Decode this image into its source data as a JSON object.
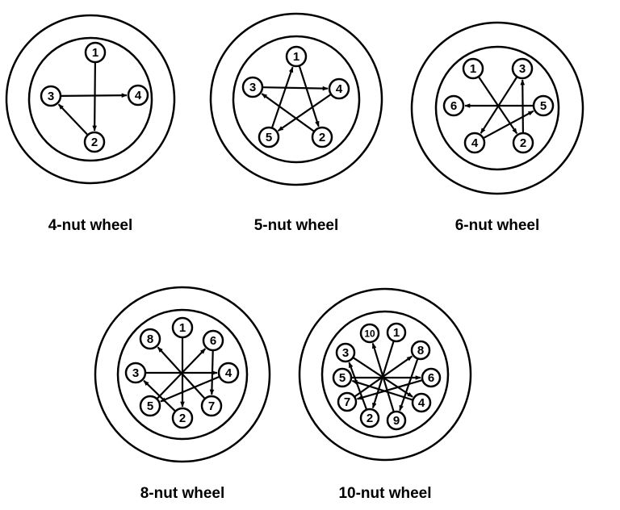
{
  "wheels": [
    {
      "caption": "4-nut wheel",
      "nuts": [
        "1",
        "2",
        "3",
        "4"
      ],
      "sequence": [
        "1",
        "2",
        "3",
        "4"
      ]
    },
    {
      "caption": "5-nut wheel",
      "nuts": [
        "1",
        "2",
        "3",
        "4",
        "5"
      ],
      "sequence": [
        "1",
        "2",
        "3",
        "4",
        "5",
        "1"
      ]
    },
    {
      "caption": "6-nut wheel",
      "nuts": [
        "1",
        "2",
        "3",
        "4",
        "5",
        "6"
      ],
      "sequence": [
        "1",
        "2",
        "3",
        "4",
        "5",
        "6"
      ]
    },
    {
      "caption": "8-nut wheel",
      "nuts": [
        "1",
        "2",
        "3",
        "4",
        "5",
        "6",
        "7",
        "8"
      ],
      "sequence": [
        "1",
        "2",
        "3",
        "4",
        "5",
        "6",
        "7",
        "8"
      ]
    },
    {
      "caption": "10-nut wheel",
      "nuts": [
        "1",
        "2",
        "3",
        "4",
        "5",
        "6",
        "7",
        "8",
        "9",
        "10"
      ],
      "sequence": [
        "1",
        "2",
        "3",
        "4",
        "5",
        "6",
        "7",
        "8",
        "9",
        "10"
      ]
    }
  ]
}
